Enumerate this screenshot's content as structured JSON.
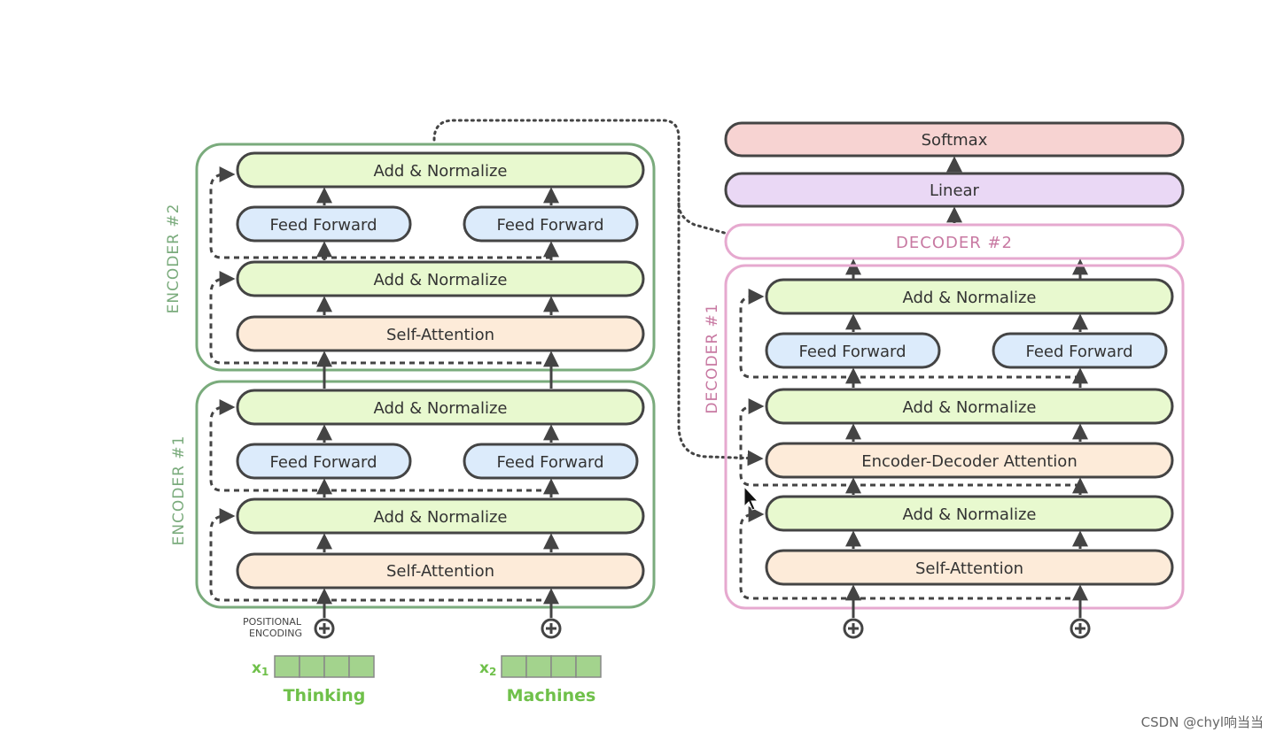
{
  "encoder2": {
    "label": "ENCODER #2",
    "add_normalize_top": "Add & Normalize",
    "feed_forward_left": "Feed Forward",
    "feed_forward_right": "Feed Forward",
    "add_normalize_bottom": "Add & Normalize",
    "self_attention": "Self-Attention"
  },
  "encoder1": {
    "label": "ENCODER #1",
    "add_normalize_top": "Add & Normalize",
    "feed_forward_left": "Feed Forward",
    "feed_forward_right": "Feed Forward",
    "add_normalize_bottom": "Add & Normalize",
    "self_attention": "Self-Attention"
  },
  "decoder_head": {
    "softmax": "Softmax",
    "linear": "Linear",
    "decoder2": "DECODER #2"
  },
  "decoder1": {
    "label": "DECODER #1",
    "add_normalize_top": "Add & Normalize",
    "feed_forward_left": "Feed Forward",
    "feed_forward_right": "Feed Forward",
    "add_normalize_middle": "Add & Normalize",
    "enc_dec_attention": "Encoder-Decoder Attention",
    "add_normalize_bottom": "Add & Normalize",
    "self_attention": "Self-Attention"
  },
  "inputs": {
    "positional_line1": "POSITIONAL",
    "positional_line2": "ENCODING",
    "x1": "x",
    "x1_sub": "1",
    "x2": "x",
    "x2_sub": "2",
    "word1": "Thinking",
    "word2": "Machines"
  },
  "watermark": "CSDN @chyl响当当",
  "colors": {
    "encoder_border": "#7aab7c",
    "decoder_border": "#e6a9cf",
    "add_norm_fill": "#e8f9cf",
    "feed_forward_fill": "#dcebfb",
    "attention_fill": "#fdebd9",
    "softmax_fill": "#f7d3d2",
    "linear_fill": "#ead8f5",
    "decoder2_text": "#c879a2",
    "encoder_text": "#7aab7c",
    "token_fill": "#a3d38d"
  }
}
